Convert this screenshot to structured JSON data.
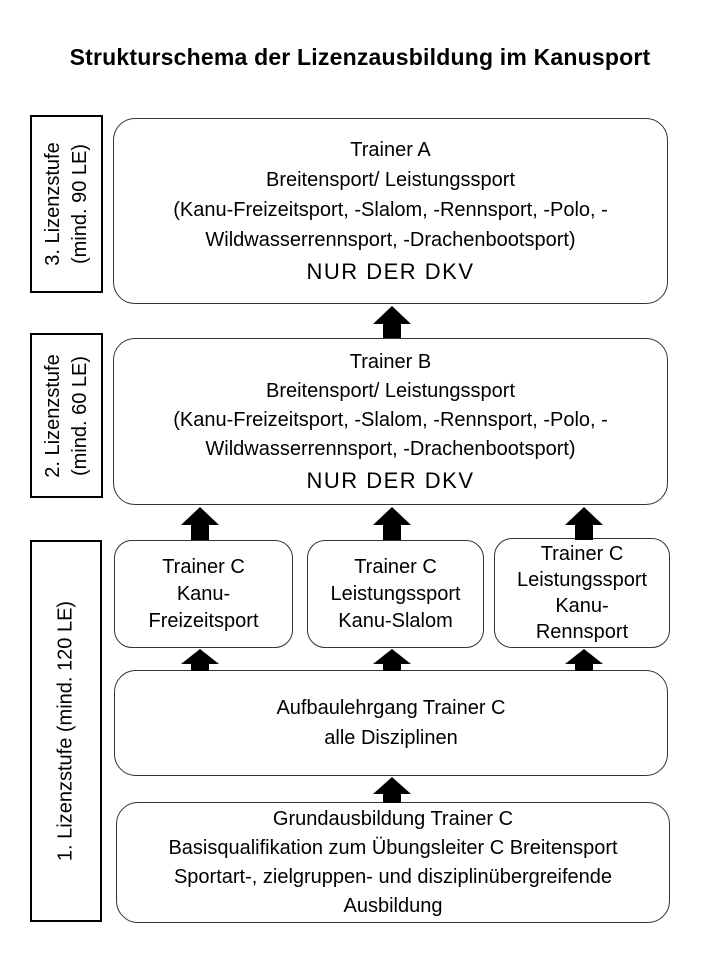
{
  "title": "Strukturschema der Lizenzausbildung im Kanusport",
  "levels": {
    "level3": {
      "line1": "3. Lizenzstufe",
      "line2": "(mind. 90 LE)"
    },
    "level2": {
      "line1": "2. Lizenzstufe",
      "line2": "(mind. 60 LE)"
    },
    "level1": {
      "line1": "1. Lizenzstufe (mind. 120 LE)"
    }
  },
  "boxes": {
    "trainer_a": {
      "lines": [
        "Trainer A",
        "Breitensport/ Leistungssport",
        "(Kanu-Freizeitsport, -Slalom, -Rennsport, -Polo, -",
        "Wildwasserrennsport, -Drachenbootsport)",
        "NUR DER DKV"
      ]
    },
    "trainer_b": {
      "lines": [
        "Trainer B",
        "Breitensport/ Leistungssport",
        "(Kanu-Freizeitsport, -Slalom, -Rennsport, -Polo, -",
        "Wildwasserrennsport, -Drachenbootsport)",
        "NUR DER DKV"
      ]
    },
    "trainer_c_freizeitsport": {
      "lines": [
        "Trainer C",
        "Kanu-",
        "Freizeitsport"
      ]
    },
    "trainer_c_slalom": {
      "lines": [
        "Trainer C",
        "Leistungssport",
        "Kanu-Slalom"
      ]
    },
    "trainer_c_rennsport": {
      "lines": [
        "Trainer C",
        "Leistungssport",
        "Kanu-",
        "Rennsport"
      ]
    },
    "aufbaulehrgang": {
      "lines": [
        "Aufbaulehrgang Trainer C",
        "alle Disziplinen"
      ]
    },
    "grundausbildung": {
      "lines": [
        "Grundausbildung Trainer C",
        "Basisqualifikation zum Übungsleiter C Breitensport",
        "Sportart-, zielgruppen- und disziplinübergreifende",
        "Ausbildung"
      ]
    }
  },
  "colors": {
    "background": "#ffffff",
    "text": "#000000",
    "border": "#000000",
    "arrow": "#000000"
  }
}
